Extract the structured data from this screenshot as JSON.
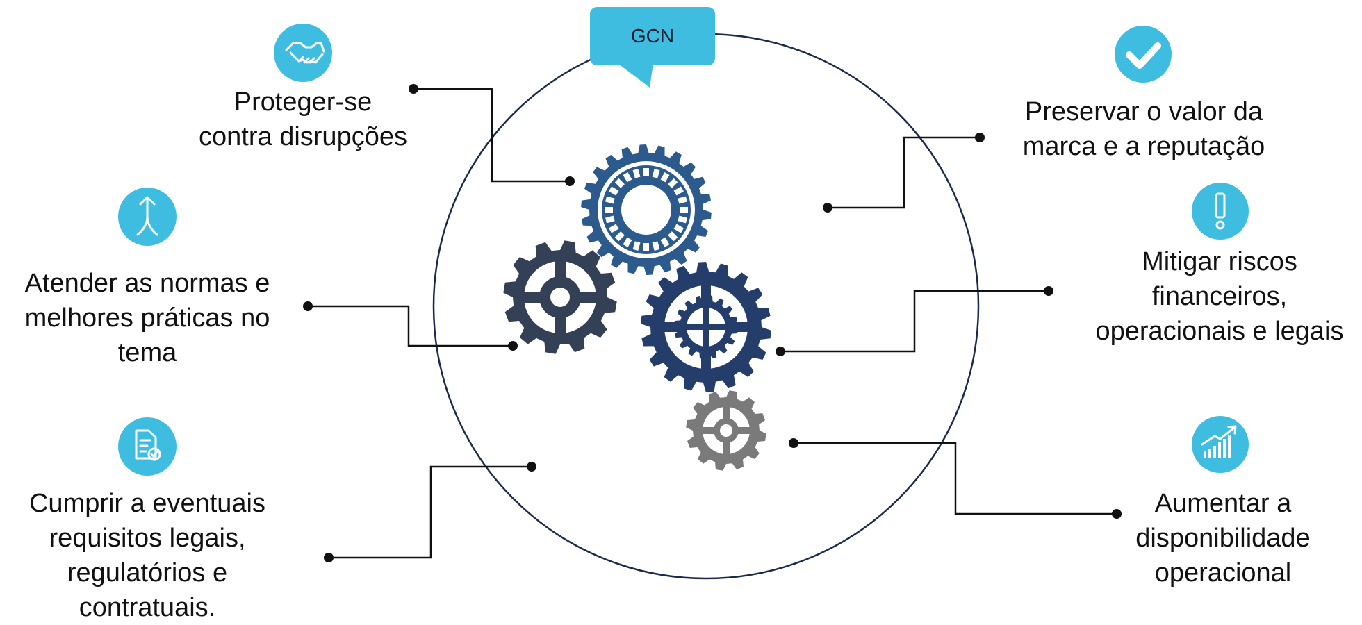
{
  "callout": {
    "text": "GCN"
  },
  "benefits": {
    "protect": {
      "lines": [
        "Proteger-se",
        "contra disrupções"
      ],
      "icon": "handshake-icon"
    },
    "norms": {
      "lines": [
        "Atender as normas e",
        "melhores práticas no",
        "tema"
      ],
      "icon": "merge-arrow-icon"
    },
    "comply": {
      "lines": [
        "Cumprir a eventuais",
        "requisitos legais,",
        "regulatórios e",
        "contratuais."
      ],
      "icon": "document-check-icon"
    },
    "brand": {
      "lines": [
        "Preservar o valor da",
        "marca e a reputação"
      ],
      "icon": "checkmark-icon"
    },
    "risks": {
      "lines": [
        "Mitigar riscos",
        "financeiros,",
        "operacionais e legais"
      ],
      "icon": "exclamation-icon"
    },
    "availability": {
      "lines": [
        "Aumentar a",
        "disponibilidade",
        "operacional"
      ],
      "icon": "growth-chart-icon"
    }
  },
  "colors": {
    "icon_bg": "#3fbde0",
    "callout_bg": "#3fbde0",
    "circle_stroke": "#1a2a4a",
    "gear_blue": "#2d5a8c",
    "gear_slate": "#344055",
    "gear_navy": "#243d6b",
    "gear_gray": "#7a7a7a"
  }
}
